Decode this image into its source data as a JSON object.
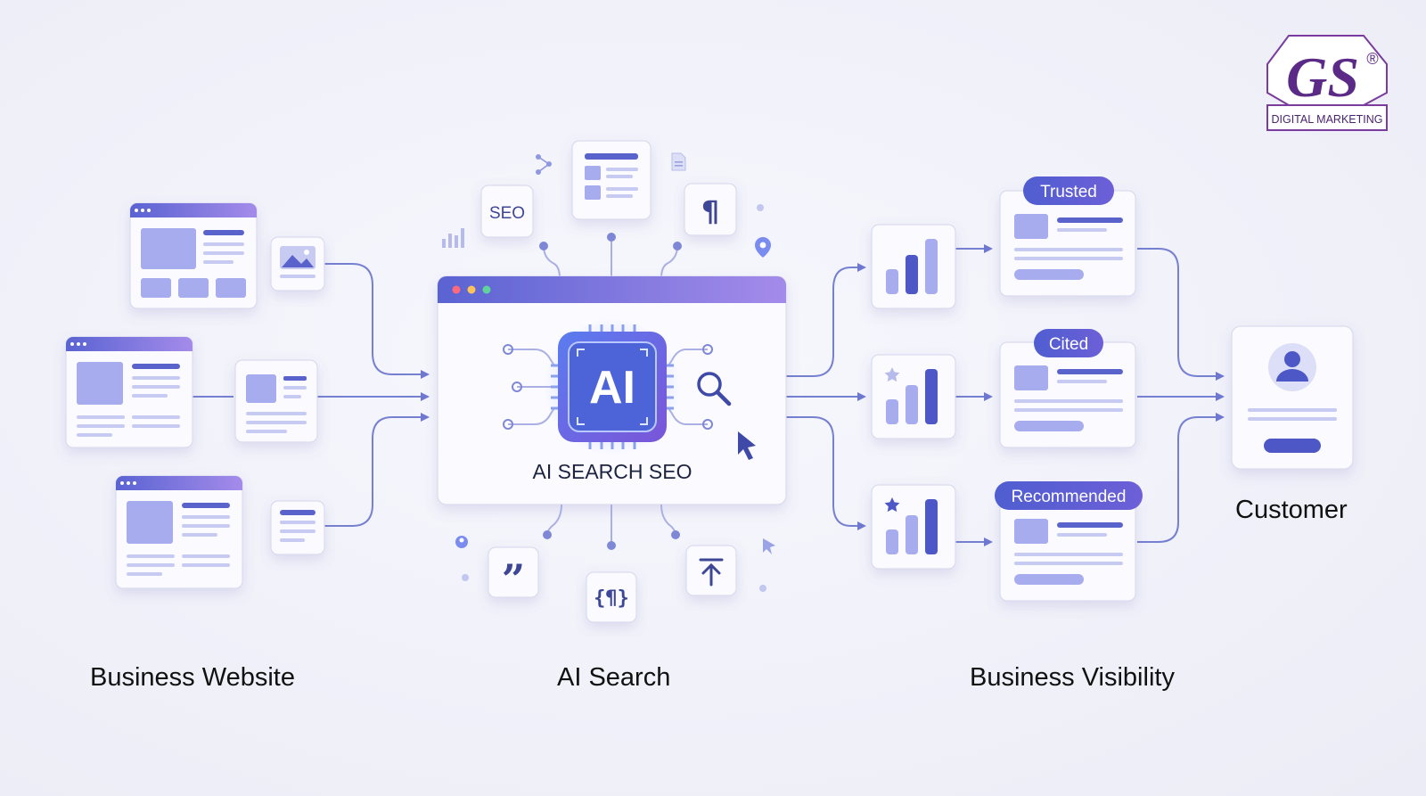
{
  "center": {
    "chip_text": "AI",
    "title": "AI SEARCH SEO",
    "seo_tag": "SEO"
  },
  "badges": {
    "trusted": "Trusted",
    "cited": "Cited",
    "recommended": "Recommended"
  },
  "captions": {
    "business_website": "Business Website",
    "ai_search": "AI Search",
    "business_visibility": "Business Visibility",
    "customer": "Customer"
  },
  "logo": {
    "brand": "GS",
    "registered": "®",
    "tagline": "DIGITAL MARKETING"
  },
  "icons": [
    "image-icon",
    "seo-icon",
    "document-icon",
    "pilcrow-icon",
    "share-icon",
    "bar-chart-icon",
    "location-pin-icon",
    "search-icon",
    "cursor-icon",
    "quote-icon",
    "code-icon",
    "upload-icon",
    "user-icon",
    "star-icon"
  ],
  "colors": {
    "accent": "#5a64cc",
    "accent_light": "#a7acee",
    "brand": "#5b2a86"
  }
}
